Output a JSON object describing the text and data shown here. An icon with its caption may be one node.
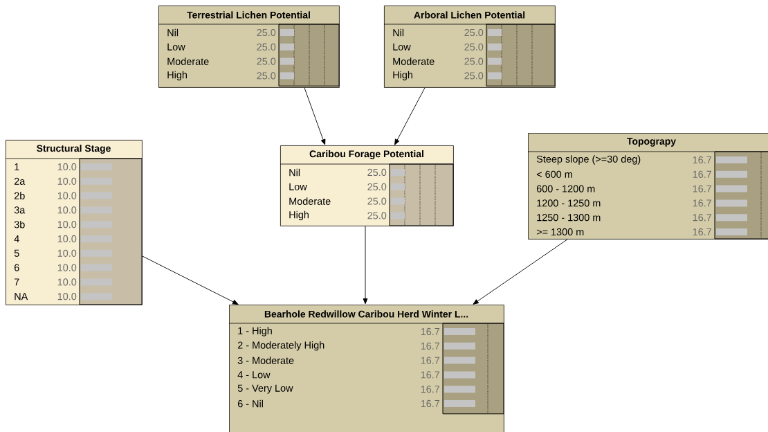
{
  "diagram": {
    "nodes": [
      {
        "text": [
          "Terrestrial Lichen Potential",
          "Nil",
          "25.0",
          "Low",
          "25.0",
          "Moderate",
          "25.0",
          "High",
          "25.0"
        ]
      },
      {
        "text": [
          "Arboral Lichen Potential",
          "Nil",
          "25.0",
          "Low",
          "25.0",
          "Moderate",
          "25.0",
          "High",
          "25.0"
        ]
      },
      {
        "text": [
          "Structural Stage",
          "1",
          "10.0",
          "2a",
          "10.0",
          "2b",
          "10.0",
          "3a",
          "10.0",
          "3b",
          "10.0",
          "4",
          "10.0",
          "5",
          "10.0",
          "6",
          "10.0",
          "7",
          "10.0",
          "NA",
          "10.0"
        ]
      },
      {
        "text": [
          "Caribou Forage Potential",
          "Nil",
          "25.0",
          "Low",
          "25.0",
          "Moderate",
          "25.0",
          "High",
          "25.0"
        ]
      },
      {
        "text": [
          "Topograpy",
          "Steep slope (>=30 deg)",
          "16.7",
          "< 600 m",
          "16.7",
          "600 - 1200 m",
          "16.7",
          "1200 - 1250 m",
          "16.7",
          "1250 - 1300 m",
          "16.7",
          ">= 1300 m",
          "16.7"
        ]
      },
      {
        "text": [
          "Bearhole Redwillow Caribou Herd Winter L...",
          "1 - High",
          "16.7",
          "2 - Moderately High",
          "16.7",
          "3 - Moderate",
          "16.7",
          "4 - Low",
          "16.7",
          "5 - Very Low",
          "16.7",
          "6 - Nil",
          "16.7"
        ]
      }
    ],
    "edges": [
      {
        "from": 0,
        "to": 3,
        "arrow": "to"
      },
      {
        "from": 1,
        "to": 3,
        "arrow": "to"
      },
      {
        "from": 2,
        "to": 5,
        "arrow": "to"
      },
      {
        "from": 3,
        "to": 5,
        "arrow": "to"
      },
      {
        "from": 4,
        "to": 5,
        "arrow": "to"
      }
    ]
  }
}
